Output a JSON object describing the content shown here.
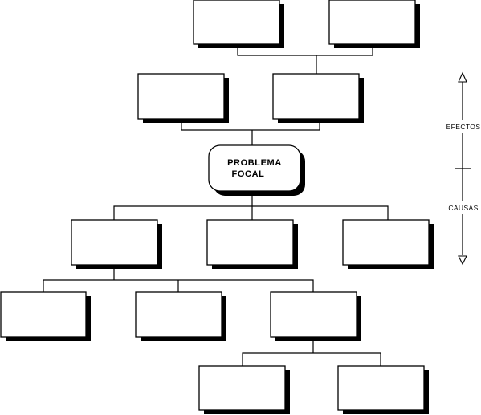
{
  "focal_problem": {
    "line1": "PROBLEMA",
    "line2": "FOCAL"
  },
  "axis": {
    "effects_label": "EFECTOS",
    "causes_label": "CAUSAS"
  },
  "effects": {
    "level1": [
      "",
      ""
    ],
    "level2": [
      "",
      ""
    ]
  },
  "causes": {
    "level1": [
      "",
      "",
      ""
    ],
    "level2": [
      "",
      "",
      ""
    ],
    "level3": [
      "",
      ""
    ]
  }
}
